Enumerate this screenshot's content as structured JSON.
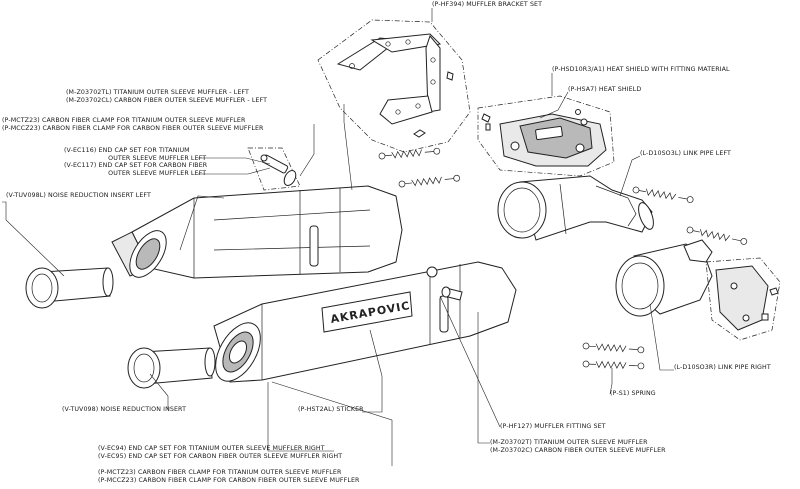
{
  "labels": {
    "bracket": [
      "(P-HF394)  MUFFLER BRACKET SET"
    ],
    "heat_shield_fitting": [
      "(P-HSD10R3/A1)  HEAT SHIELD WITH FITTING MATERIAL"
    ],
    "heat_shield": [
      "(P-HSA7)  HEAT SHIELD"
    ],
    "link_pipe_left": [
      "(L-D10SO3L)  LINK PIPE LEFT"
    ],
    "muffler_left": [
      "(M-Z03702TL)  TITANIUM OUTER SLEEVE MUFFLER - LEFT",
      "(M-Z03702CL)  CARBON FIBER OUTER SLEEVE MUFFLER - LEFT"
    ],
    "clamp_left": [
      "(P-MCTZ23)  CARBON FIBER CLAMP FOR TITANIUM OUTER SLEEVE MUFFLER",
      "(P-MCCZ23)  CARBON FIBER CLAMP FOR CARBON FIBER OUTER SLEEVE MUFFLER"
    ],
    "end_cap_left": [
      "(V-EC116)  END CAP SET FOR TITANIUM",
      "                     OUTER SLEEVE MUFFLER LEFT",
      "(V-EC117)  END CAP SET FOR CARBON FIBER",
      "                     OUTER SLEEVE MUFFLER LEFT"
    ],
    "insert_left": [
      "(V-TUV098L)  NOISE REDUCTION INSERT LEFT"
    ],
    "insert_right": [
      "(V-TUV098)  NOISE REDUCTION INSERT"
    ],
    "sticker": [
      "(P-HST2AL)  STICKER"
    ],
    "fitting_set": [
      "(P-HF127)  MUFFLER FITTING SET"
    ],
    "link_pipe_right": [
      "(L-D10SO3R)  LINK PIPE RIGHT"
    ],
    "spring": [
      "(P-S1)  SPRING"
    ],
    "end_cap_right": [
      "(V-EC94)  END CAP SET FOR TITANIUM OUTER SLEEVE MUFFLER RIGHT",
      "(V-EC95)  END CAP SET FOR CARBON FIBER OUTER SLEEVE MUFFLER RIGHT"
    ],
    "muffler_right": [
      "(M-Z03702T)  TITANIUM OUTER SLEEVE MUFFLER",
      "(M-Z03702C)  CARBON FIBER OUTER SLEEVE MUFFLER"
    ],
    "clamp_right": [
      "(P-MCTZ23)  CARBON FIBER CLAMP FOR TITANIUM OUTER SLEEVE MUFFLER",
      "(P-MCCZ23)  CARBON FIBER CLAMP FOR CARBON FIBER OUTER SLEEVE MUFFLER"
    ]
  },
  "brand_logo_text": "AKRAPOVIC"
}
